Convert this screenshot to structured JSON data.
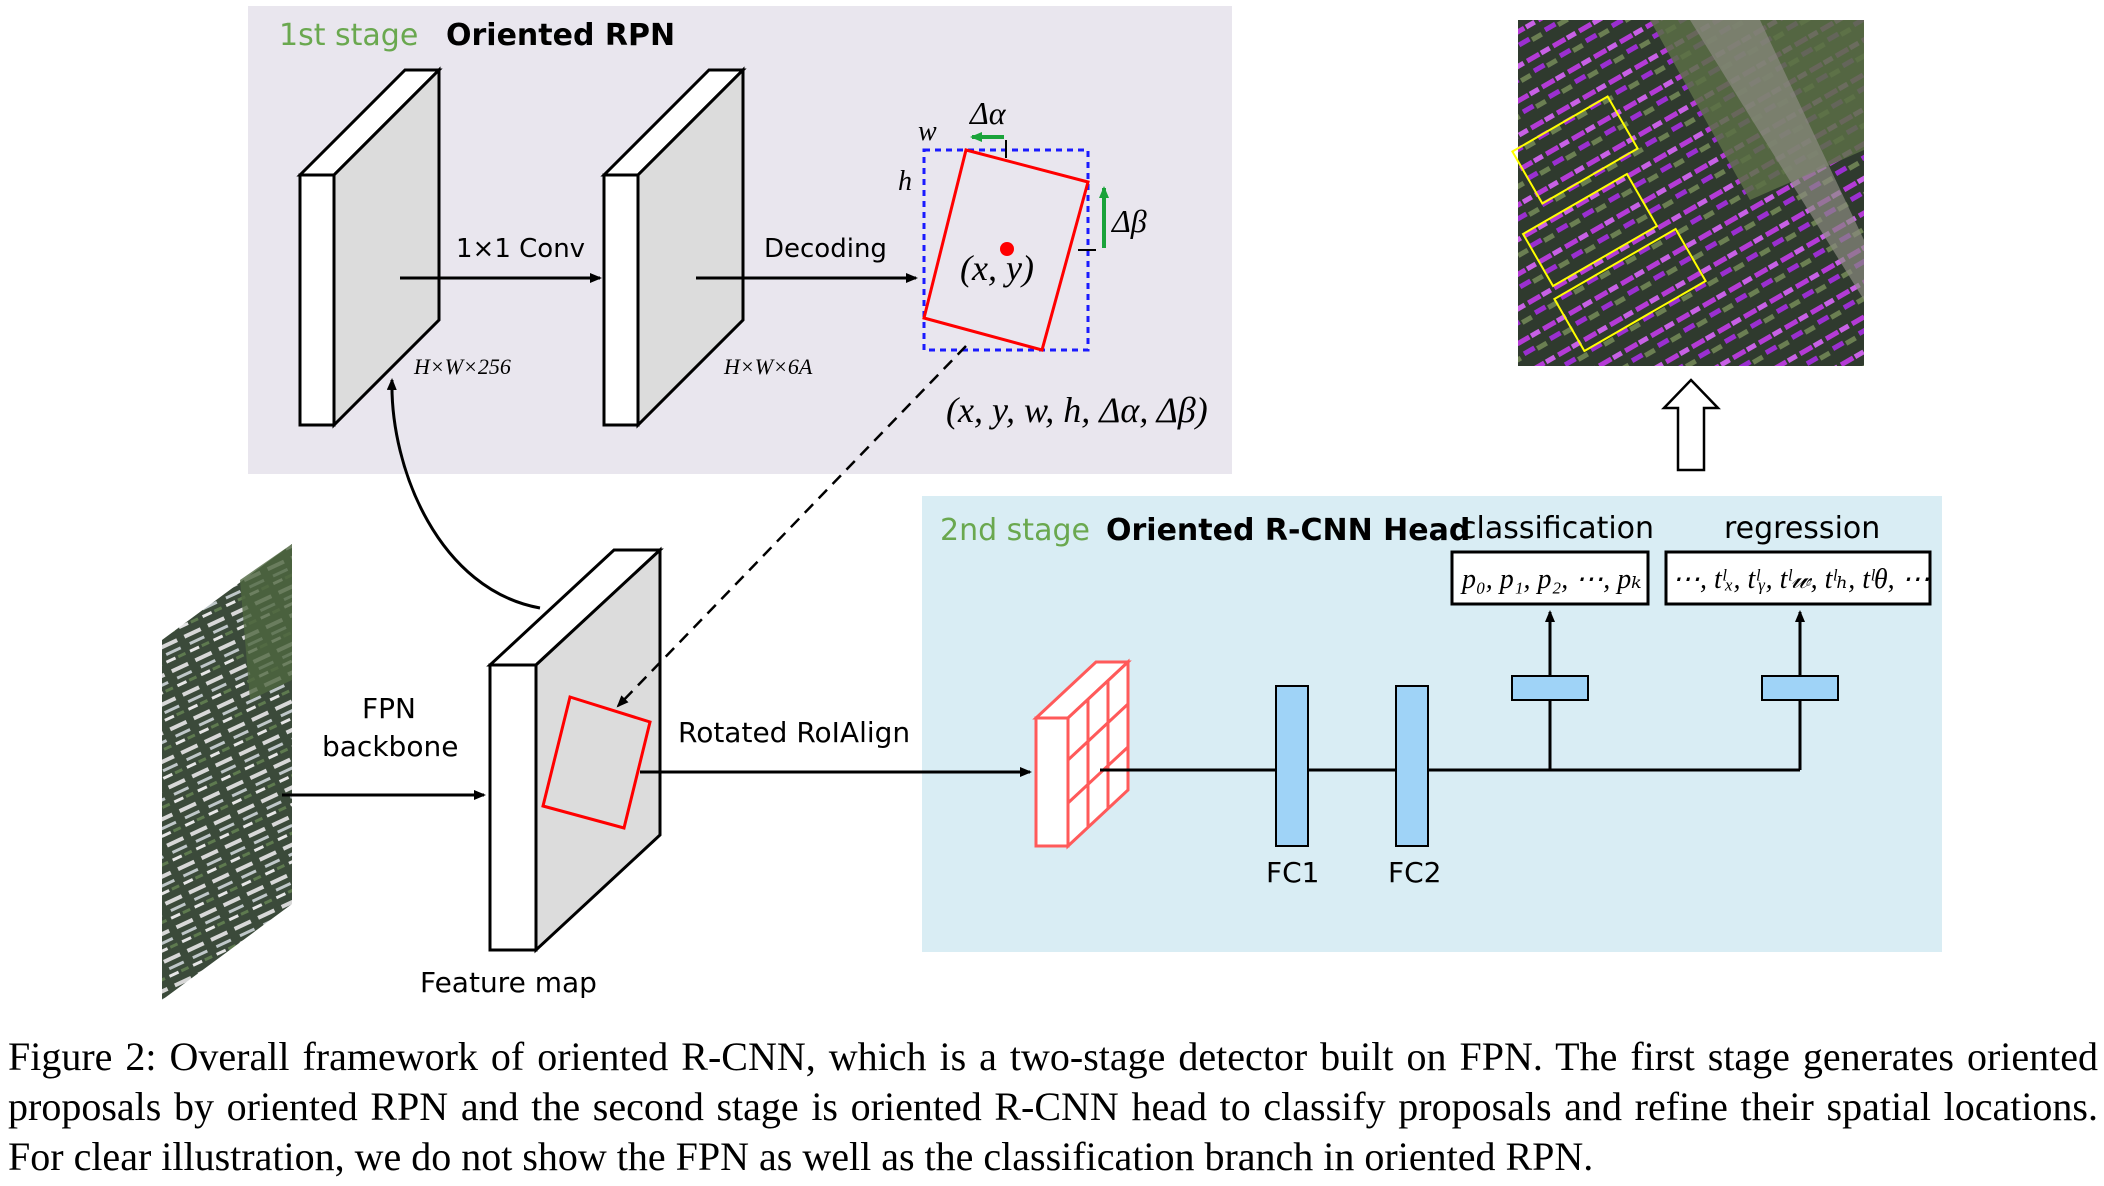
{
  "stage1": {
    "stage_label": "1st stage",
    "title": "Oriented RPN",
    "conv_label": "1×1 Conv",
    "decoding_label": "Decoding",
    "dim1": "H×W×256",
    "dim2": "H×W×6A",
    "w_label": "w",
    "h_label": "h",
    "delta_alpha": "Δα",
    "delta_beta": "Δβ",
    "center_label": "(x, y)",
    "output_tuple": "(x, y, w, h, Δα, Δβ)"
  },
  "left": {
    "backbone_label_1": "FPN",
    "backbone_label_2": "backbone",
    "feature_map_label": "Feature map",
    "roialign_label": "Rotated RoIAlign"
  },
  "stage2": {
    "stage_label": "2nd stage",
    "title": "Oriented R-CNN Head",
    "classification_label": "classification",
    "regression_label": "regression",
    "cls_output": "p₀, p₁, p₂, ⋯, pₖ",
    "reg_output": "⋯, tˡₓ, tˡᵧ, tˡ𝓌, tˡₕ, tˡθ, ⋯",
    "fc1_label": "FC1",
    "fc2_label": "FC2"
  },
  "colors": {
    "stage1_bg": "#e9e6ee",
    "stage2_bg": "#d9edf4",
    "stage_label_green": "#6aa84f",
    "box_red": "#ff0000",
    "dashed_blue": "#1a1aff",
    "arrow_green": "#1aa33a",
    "fc_blue": "#9fd3f7",
    "grid_red": "#ff5a5a"
  },
  "caption": "Figure 2: Overall framework of oriented R-CNN, which is a two-stage detector built on FPN. The first stage generates oriented proposals by oriented RPN and the second stage is oriented R-CNN head to classify proposals and refine their spatial locations. For clear illustration, we do not show the FPN as well as the classification branch in oriented RPN."
}
